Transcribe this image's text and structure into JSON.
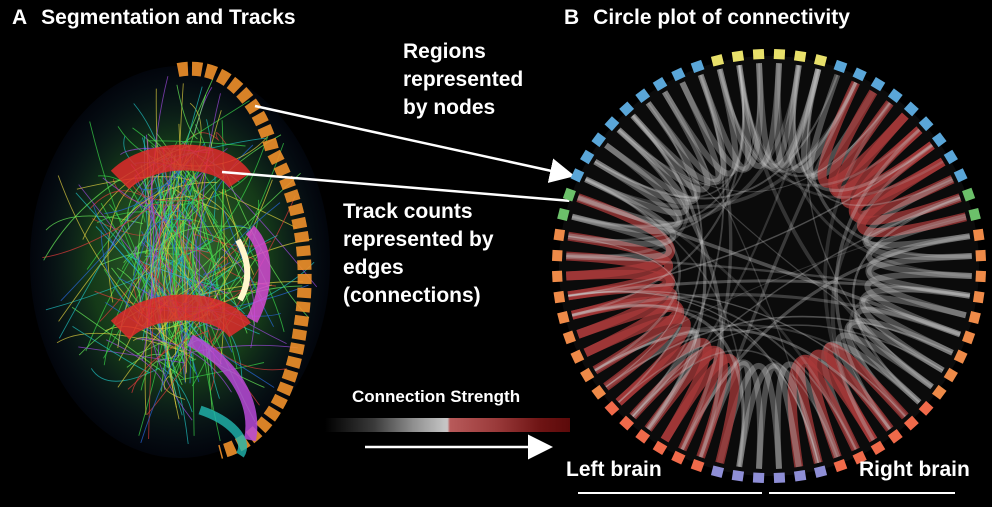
{
  "panel_a": {
    "letter": "A",
    "title": "Segmentation and Tracks"
  },
  "panel_b": {
    "letter": "B",
    "title": "Circle plot of connectivity"
  },
  "callouts": {
    "nodes": [
      "Regions",
      "represented",
      "by nodes"
    ],
    "edges": [
      "Track counts",
      "represented by",
      "edges",
      "(connections)"
    ]
  },
  "colorbar": {
    "label": "Connection Strength"
  },
  "brain_labels": {
    "left": "Left brain",
    "right": "Right brain"
  },
  "colors": {
    "node_blue": "#5aa6d8",
    "node_yellow": "#e8e06a",
    "node_green": "#6cc06a",
    "node_orange": "#ee8a48",
    "node_red_orange": "#f06a4a",
    "node_lavender": "#8e8ed6",
    "edge_strong": "#a83a3a",
    "edge_weak": "#c8c8c8"
  }
}
